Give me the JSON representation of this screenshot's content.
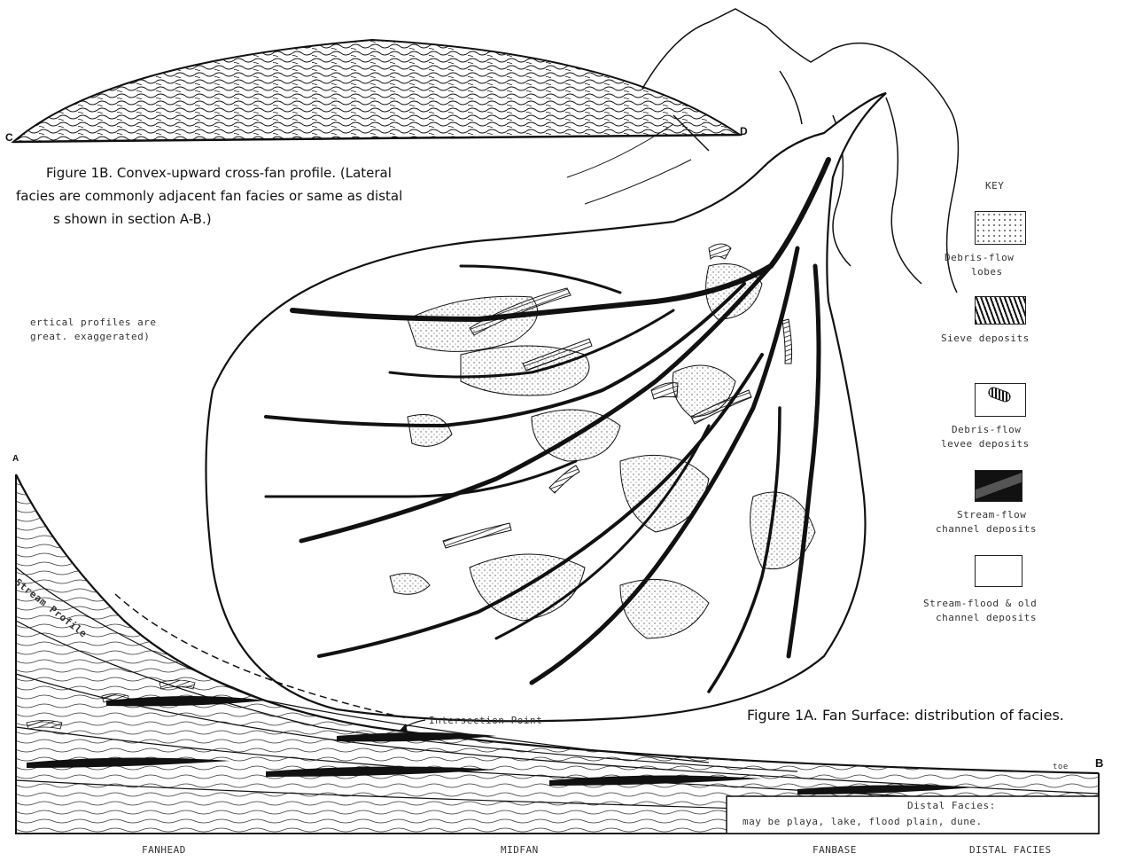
{
  "fig1b": {
    "caption_line1": "Figure 1B. Convex-upward cross-fan profile. (Lateral",
    "caption_line2": "facies are commonly adjacent fan facies or same as distal",
    "caption_line3": "s shown in section A-B.)",
    "label_c": "C",
    "label_d": "D"
  },
  "vertical_note": {
    "line1": "ertical profiles are",
    "line2": "great. exaggerated)"
  },
  "key": {
    "title": "KEY",
    "items": [
      {
        "label1": "Debris-flow",
        "label2": "lobes",
        "pattern": "stipple"
      },
      {
        "label1": "Sieve deposits",
        "label2": "",
        "pattern": "hatched"
      },
      {
        "label1": "Debris-flow",
        "label2": "levee deposits",
        "pattern": "levee"
      },
      {
        "label1": "Stream-flow",
        "label2": "channel deposits",
        "pattern": "dark"
      },
      {
        "label1": "Stream-flood & old",
        "label2": "channel deposits",
        "pattern": "blank"
      }
    ]
  },
  "fig1a": {
    "caption": "Figure 1A. Fan Surface: distribution of facies."
  },
  "section": {
    "label_a": "A",
    "label_b": "B",
    "stream_profile": "Stream Profile",
    "intersection": "Intersection Point",
    "toe": "toe",
    "distal_line1": "Distal Facies:",
    "distal_line2": "may be playa, lake, flood plain, dune.",
    "zones": [
      "FANHEAD",
      "MIDFAN",
      "FANBASE",
      "DISTAL FACIES"
    ]
  },
  "colors": {
    "ink": "#111111",
    "paper": "#ffffff",
    "stipple": "#888888"
  }
}
